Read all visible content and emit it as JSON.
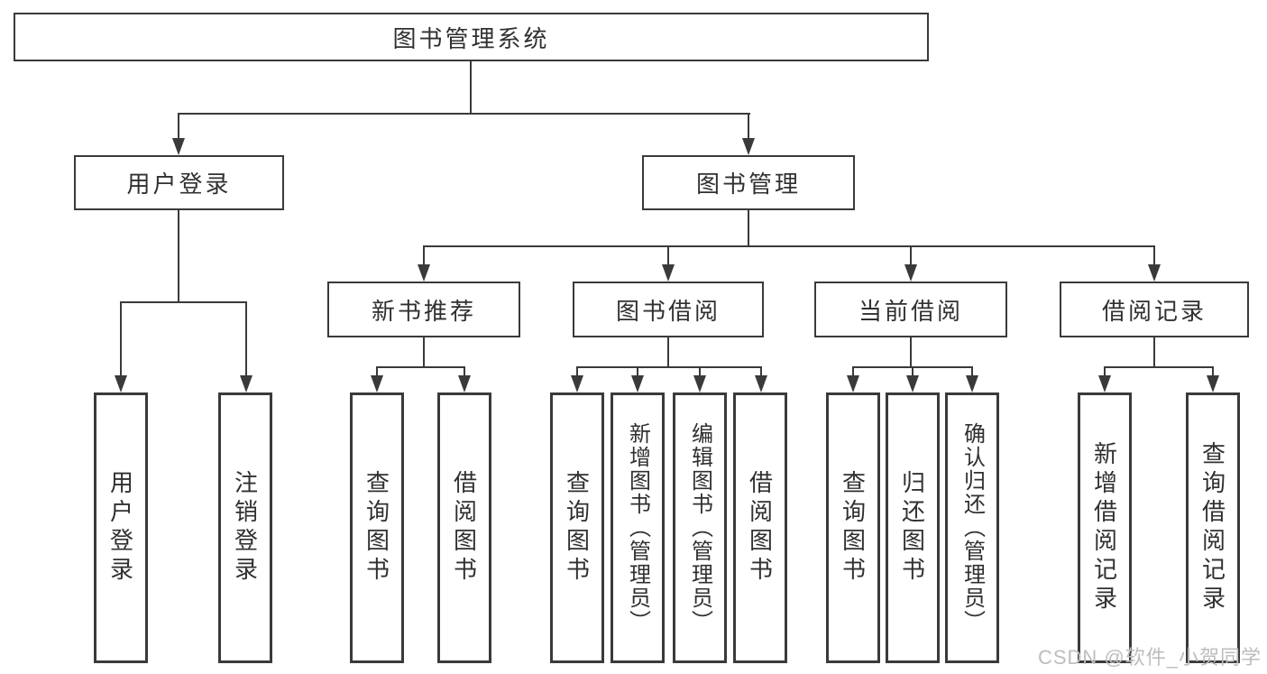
{
  "diagram": {
    "title": "图书管理系统",
    "level2": [
      "用户登录",
      "图书管理"
    ],
    "level3": [
      "新书推荐",
      "图书借阅",
      "当前借阅",
      "借阅记录"
    ],
    "leaves": {
      "user_login": [
        "用户登录",
        "注销登录"
      ],
      "new_recommend": [
        "查询图书",
        "借阅图书"
      ],
      "book_borrow": [
        "查询图书",
        "新增图书（管理员）",
        "编辑图书（管理员）",
        "借阅图书"
      ],
      "current_borrow": [
        "查询图书",
        "归还图书",
        "确认归还（管理员）"
      ],
      "borrow_record": [
        "新增借阅记录",
        "查询借阅记录"
      ]
    }
  },
  "watermark": "CSDN @软件_小贺同学",
  "colors": {
    "line": "#3a3a3a",
    "text": "#303030",
    "watermark": "#bdbdbd",
    "background": "#ffffff"
  }
}
